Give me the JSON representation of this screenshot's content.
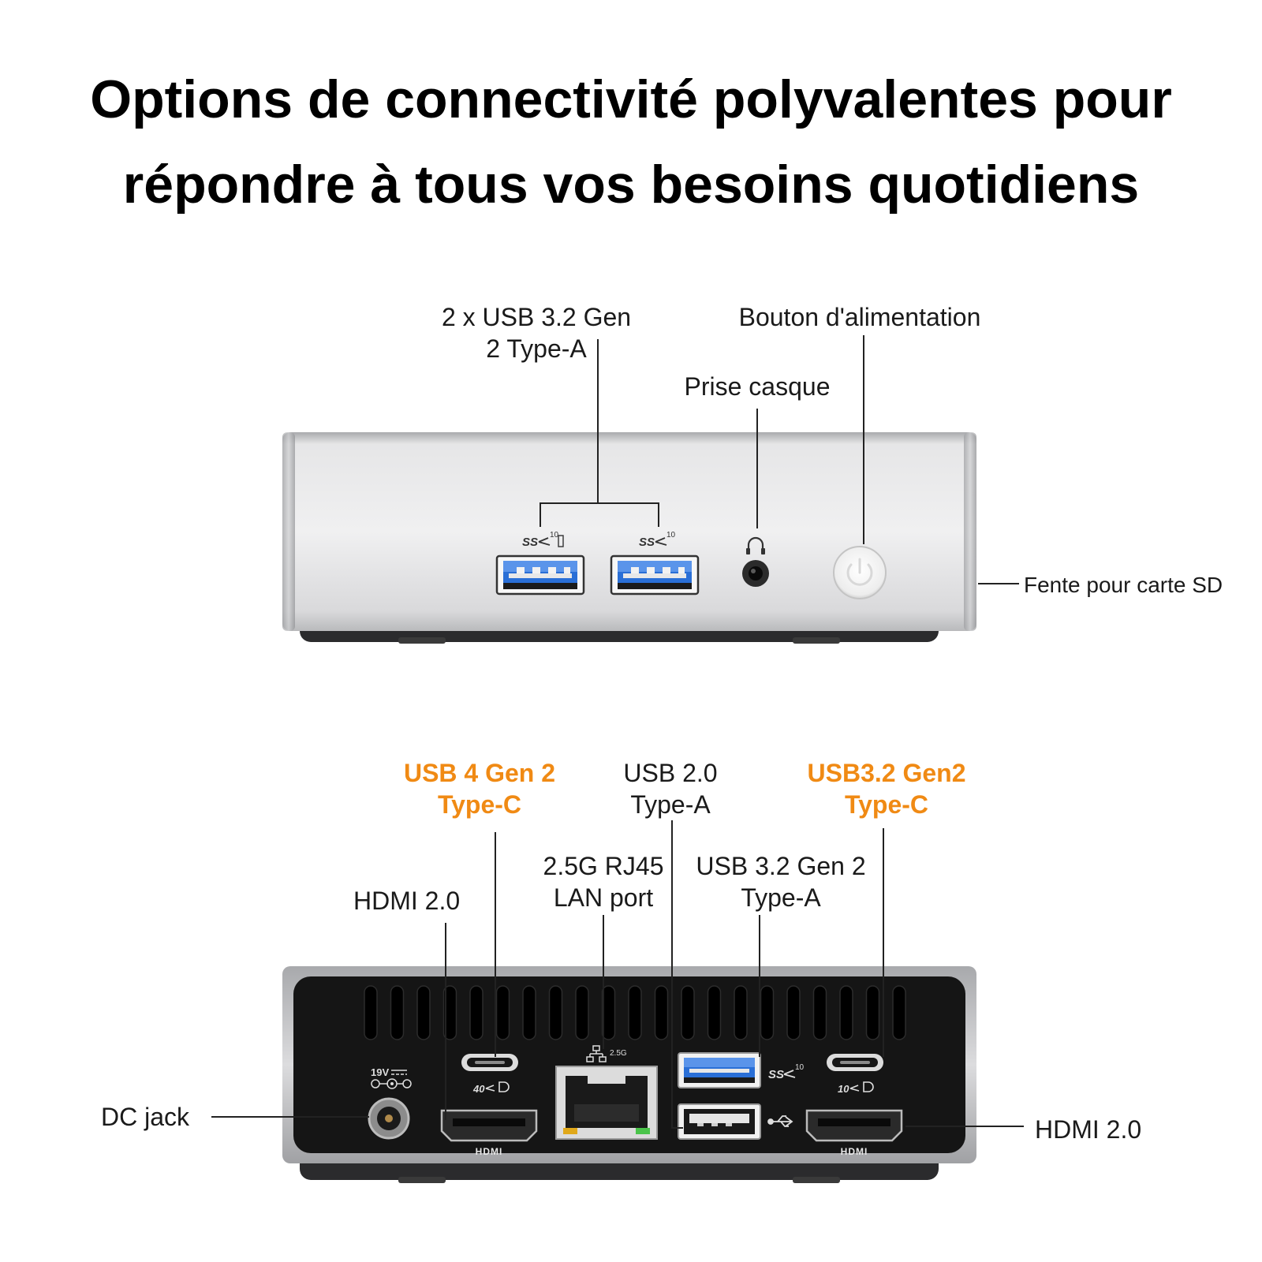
{
  "title_line1": "Options de connectivité polyvalentes pour",
  "title_line2": "répondre à tous vos besoins quotidiens",
  "front": {
    "usb_a_label_l1": "2 x USB 3.2 Gen",
    "usb_a_label_l2": "2 Type-A",
    "headphone_label": "Prise casque",
    "power_label": "Bouton d'alimentation",
    "sd_label": "Fente pour carte SD"
  },
  "rear": {
    "usb4_l1": "USB 4 Gen 2",
    "usb4_l2": "Type-C",
    "usb20_l1": "USB 2.0",
    "usb20_l2": "Type-A",
    "usb32c_l1": "USB3.2 Gen2",
    "usb32c_l2": "Type-C",
    "lan_l1": "2.5G RJ45",
    "lan_l2": "LAN port",
    "usb32a_l1": "USB 3.2 Gen 2",
    "usb32a_l2": "Type-A",
    "hdmi_left": "HDMI 2.0",
    "hdmi_right": "HDMI 2.0",
    "dc_label": "DC jack"
  },
  "icon_text": {
    "ss10": "10",
    "ss": "SS",
    "c40": "40",
    "c10": "10",
    "hdmi": "HDMI",
    "voltage": "19V",
    "lan_speed": "2.5G"
  },
  "colors": {
    "accent": "#f08a14",
    "usb_blue": "#2a6fd6",
    "body_silver": "#d8d8d8",
    "panel_black": "#141414"
  }
}
